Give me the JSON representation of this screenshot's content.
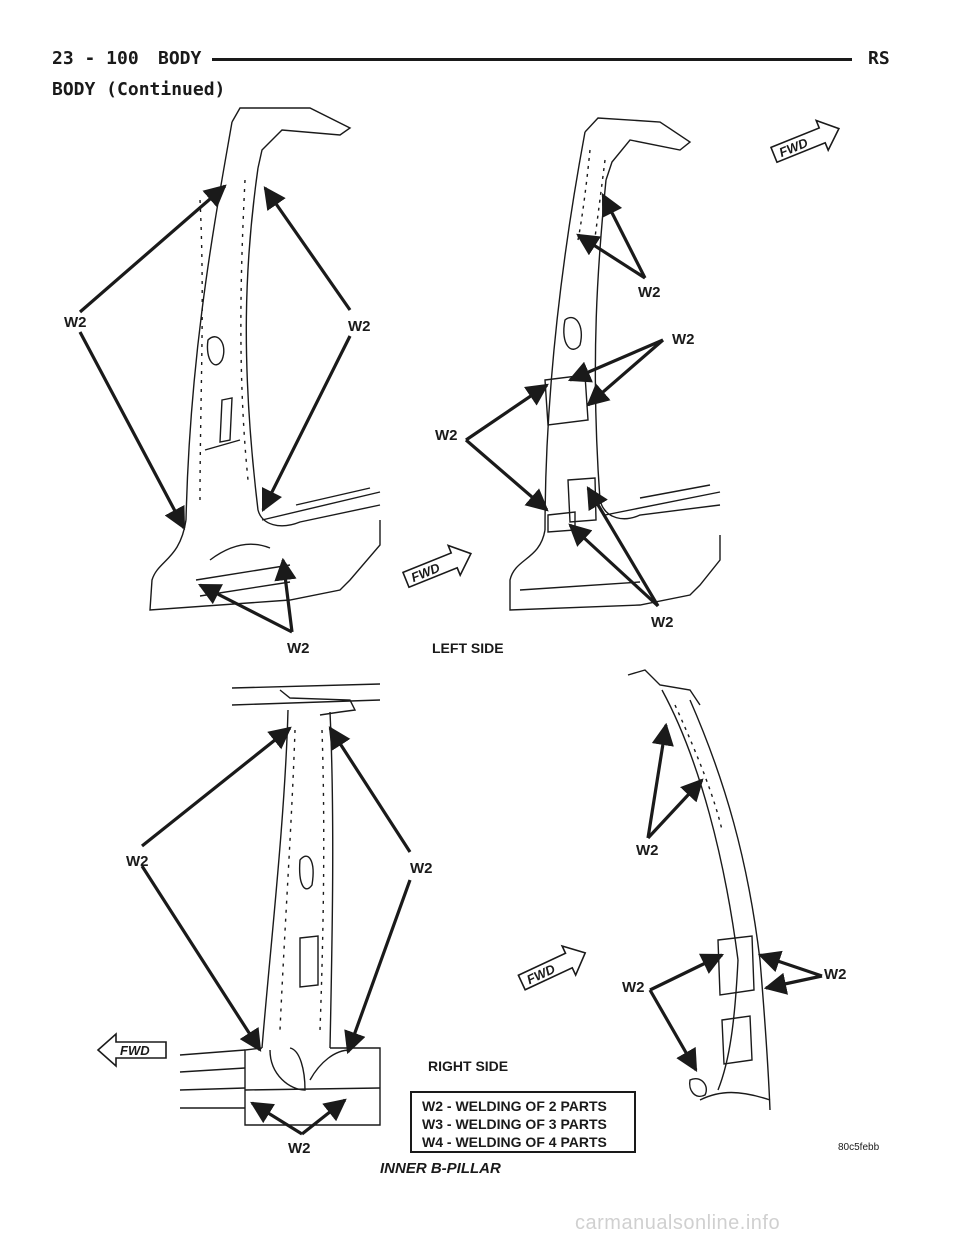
{
  "header": {
    "page_number": "23 - 100",
    "section": "BODY",
    "model": "RS",
    "continued": "BODY (Continued)"
  },
  "figure": {
    "caption": "INNER B-PILLAR",
    "figure_id": "80c5febb",
    "left_side_label": "LEFT SIDE",
    "right_side_label": "RIGHT SIDE",
    "weld_label": "W2",
    "fwd_label": "FWD"
  },
  "legend": {
    "items": [
      "W2 - WELDING OF 2 PARTS",
      "W3 - WELDING OF 3 PARTS",
      "W4 - WELDING OF 4 PARTS"
    ]
  },
  "watermark": "carmanualsonline.info"
}
